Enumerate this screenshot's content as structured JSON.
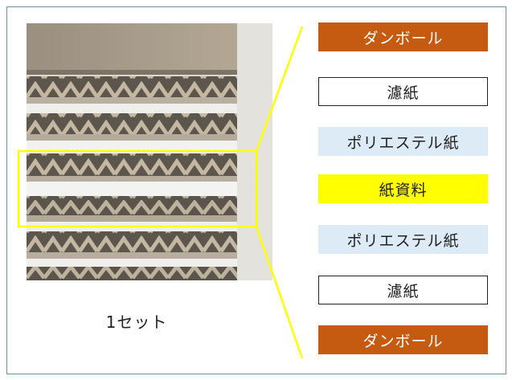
{
  "caption": "1セット",
  "layers": [
    {
      "label": "ダンボール",
      "bg": "#c55a11",
      "color": "#ffffff",
      "border": false
    },
    {
      "label": "濾紙",
      "bg": "#ffffff",
      "color": "#222222",
      "border": true
    },
    {
      "label": "ポリエステル紙",
      "bg": "#ddebf7",
      "color": "#222222",
      "border": false
    },
    {
      "label": "紙資料",
      "bg": "#ffff00",
      "color": "#222222",
      "border": false
    },
    {
      "label": "ポリエステル紙",
      "bg": "#ddebf7",
      "color": "#222222",
      "border": false
    },
    {
      "label": "濾紙",
      "bg": "#ffffff",
      "color": "#222222",
      "border": true
    },
    {
      "label": "ダンボール",
      "bg": "#c55a11",
      "color": "#ffffff",
      "border": false
    }
  ],
  "colors": {
    "highlight": "#ffff00",
    "frame": "#6f8fa3"
  }
}
